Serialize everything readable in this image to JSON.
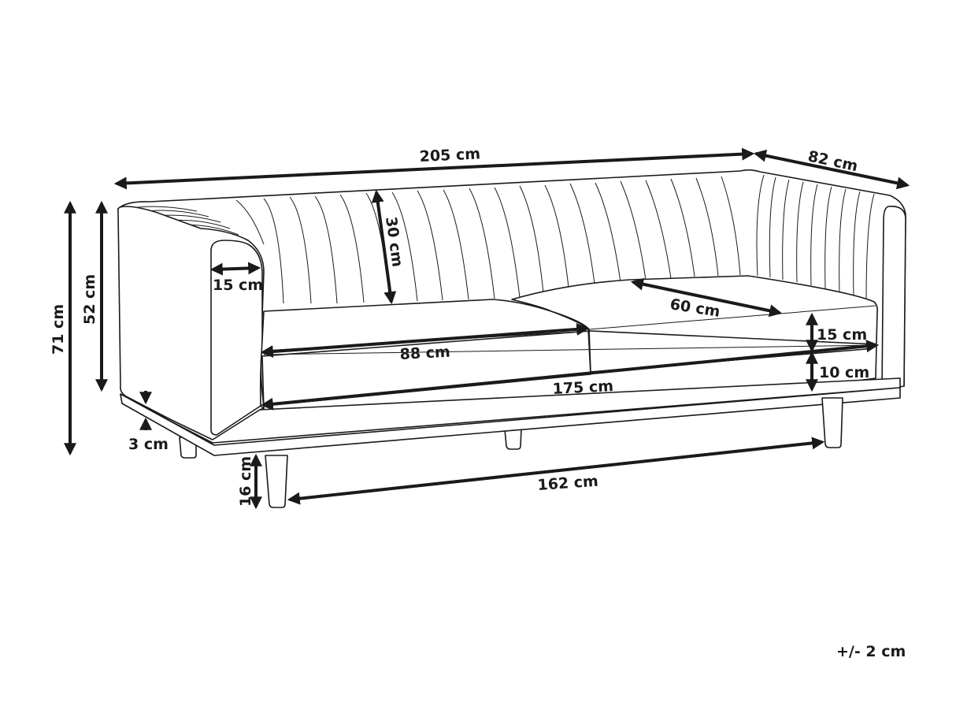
{
  "diagram": {
    "subject": "three-seater sofa",
    "dimensions": {
      "overall_width": "205 cm",
      "overall_depth": "82 cm",
      "overall_height": "71 cm",
      "arm_height": "52 cm",
      "backrest_height": "30 cm",
      "arm_width": "15 cm",
      "seat_depth": "60 cm",
      "cushion_width": "88 cm",
      "seat_width": "175 cm",
      "cushion_thickness": "15 cm",
      "seat_base_height": "10 cm",
      "plinth_thickness": "3 cm",
      "leg_height": "16 cm",
      "leg_spacing": "162 cm"
    },
    "tolerance": "+/- 2 cm"
  }
}
